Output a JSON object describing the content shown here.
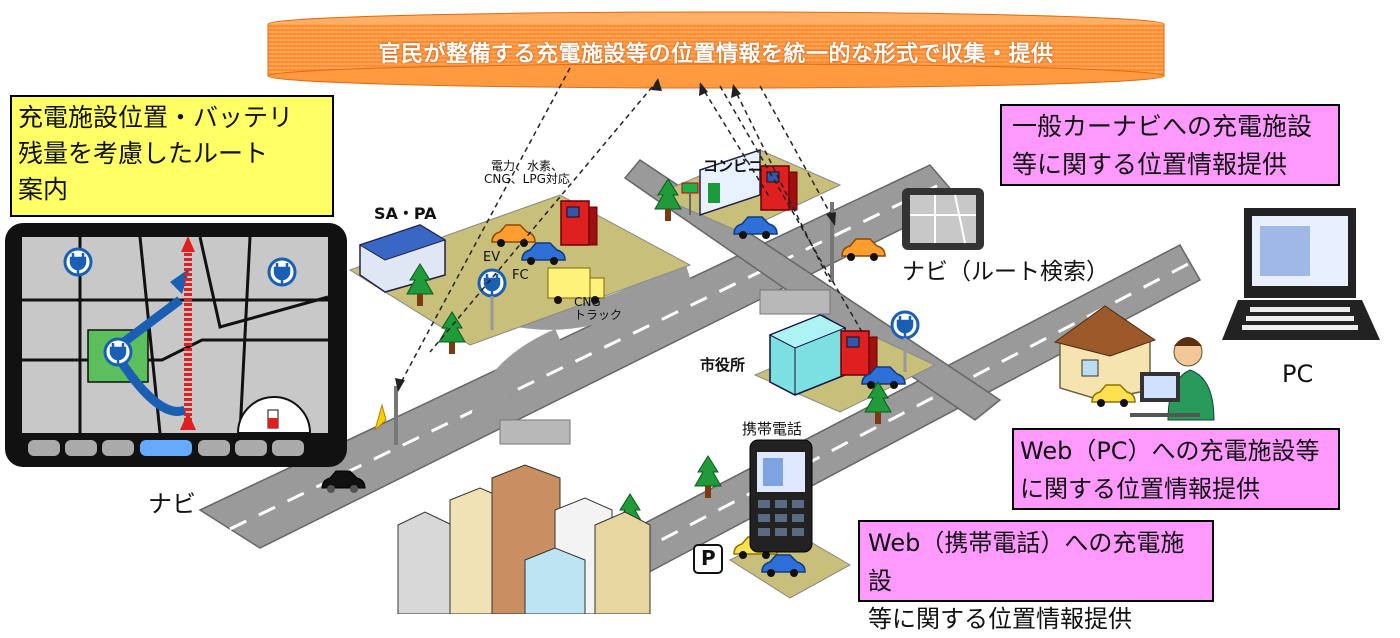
{
  "banner": {
    "text": "官民が整備する充電施設等の位置情報を統一的な形式で収集・提供"
  },
  "callouts": {
    "route_guidance": {
      "line1": "充電施設位置・バッテリ",
      "line2": "残量を考慮したルート",
      "line3": "案内"
    },
    "car_navi": {
      "line1": "一般カーナビへの充電施設",
      "line2": "等に関する位置情報提供"
    },
    "web_pc": {
      "line1": "Web（PC）への充電施設等",
      "line2": "に関する位置情報提供"
    },
    "web_mobile": {
      "line1": "Web（携帯電話）への充電施設",
      "line2": "等に関する位置情報提供"
    }
  },
  "labels": {
    "navi": "ナビ",
    "navi_route_search": "ナビ（ルート検索）",
    "pc": "PC",
    "sa_pa": "SA・PA",
    "convenience_store": "コンビニ",
    "city_hall": "市役所",
    "mobile_phone": "携帯電話",
    "fuel_types_line1": "電力、水素、",
    "fuel_types_line2": "CNG、LPG対応",
    "ev": "EV",
    "fc": "FC",
    "cng_line1": "CNG",
    "cng_line2": "トラック",
    "parking": "P"
  },
  "colors": {
    "banner_fill": "#ff8c33",
    "callout_yellow": "#ffff66",
    "callout_pink": "#ff99ff",
    "road": "#9a9a9a",
    "ground": "#c8c07a",
    "charger_red": "#e02020",
    "charging_icon": "#1a5fb4"
  }
}
